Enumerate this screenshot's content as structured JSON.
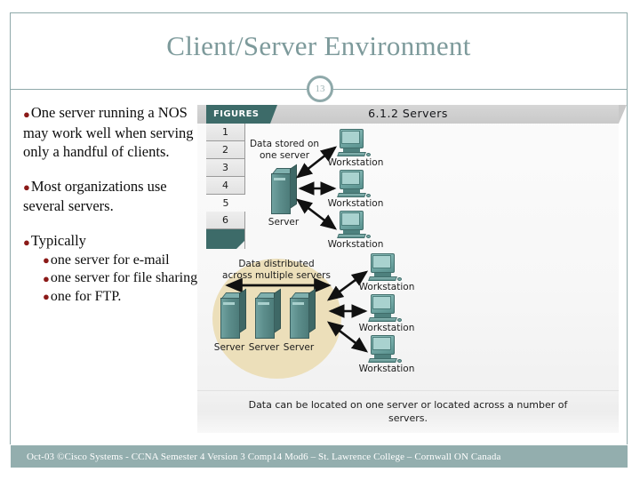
{
  "slide": {
    "title": "Client/Server Environment",
    "page_number": "13",
    "accent_color": "#7d9a9b",
    "bullet_color": "#8b1a18",
    "footer_bg": "#93aeae"
  },
  "body": {
    "blocks": [
      {
        "level": 1,
        "text": "One server running a NOS may work well when serving only a handful of clients."
      },
      {
        "level": 1,
        "text": "Most organizations use several servers."
      },
      {
        "level": 1,
        "text": "Typically"
      },
      {
        "level": 2,
        "text": "one server for e-mail"
      },
      {
        "level": 2,
        "text": "one server for file sharing"
      },
      {
        "level": 2,
        "text": "one for FTP."
      }
    ],
    "b1": "One server running a NOS may work well when serving only a handful of clients.",
    "b2": "Most organizations use several servers.",
    "b3": "Typically",
    "b3a": "one server for e-mail",
    "b3b": "one server for file sharing",
    "b3c": "one for FTP."
  },
  "figure": {
    "tab_label": "FIGURES",
    "title": "6.1.2  Servers",
    "nav_numbers": [
      "1",
      "2",
      "3",
      "4",
      "5",
      "6"
    ],
    "top_diagram": {
      "server_note": "Data stored on one server",
      "server_note_line1": "Data stored on",
      "server_note_line2": "one server",
      "server_label": "Server",
      "workstations": [
        "Workstation",
        "Workstation",
        "Workstation"
      ],
      "ws1": "Workstation",
      "ws2": "Workstation",
      "ws3": "Workstation"
    },
    "bottom_diagram": {
      "cluster_note_line1": "Data distributed",
      "cluster_note_line2": "across multiple servers",
      "server_labels": [
        "Server",
        "Server",
        "Server"
      ],
      "s1": "Server",
      "s2": "Server",
      "s3": "Server",
      "ws1": "Workstation",
      "ws2": "Workstation",
      "ws3": "Workstation"
    },
    "caption": "Data can be located on one server or located across a number of servers."
  },
  "footer": {
    "text": "Oct-03 ©Cisco Systems - CCNA Semester 4 Version 3 Comp14 Mod6 – St. Lawrence College – Cornwall ON Canada"
  }
}
